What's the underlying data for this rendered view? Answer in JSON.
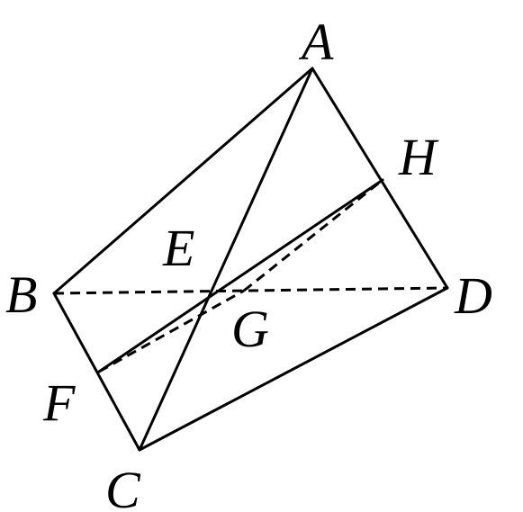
{
  "points": [
    {
      "id": "A",
      "label": "A"
    },
    {
      "id": "B",
      "label": "B"
    },
    {
      "id": "C",
      "label": "C"
    },
    {
      "id": "D",
      "label": "D"
    },
    {
      "id": "E",
      "label": "E"
    },
    {
      "id": "F",
      "label": "F"
    },
    {
      "id": "G",
      "label": "G"
    },
    {
      "id": "H",
      "label": "H"
    }
  ],
  "segments": [
    {
      "id": "AB",
      "from": "A",
      "to": "B",
      "style": "solid"
    },
    {
      "id": "AC",
      "from": "A",
      "to": "C",
      "style": "solid"
    },
    {
      "id": "AD",
      "from": "A",
      "to": "D",
      "style": "solid"
    },
    {
      "id": "BC",
      "from": "B",
      "to": "C",
      "style": "solid"
    },
    {
      "id": "CD",
      "from": "C",
      "to": "D",
      "style": "solid"
    },
    {
      "id": "BD",
      "from": "B",
      "to": "D",
      "style": "dashed"
    },
    {
      "id": "FH",
      "from": "F",
      "to": "H",
      "style": "solid"
    },
    {
      "id": "FG",
      "from": "F",
      "to": "G",
      "style": "dashed"
    },
    {
      "id": "GH",
      "from": "G",
      "to": "H",
      "style": "dashed"
    }
  ]
}
